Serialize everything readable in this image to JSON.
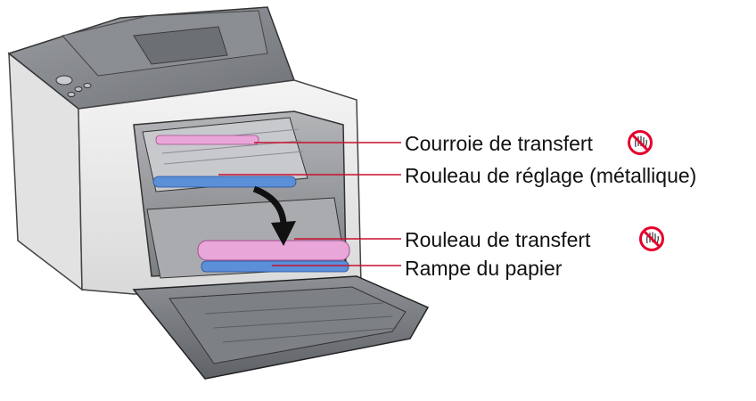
{
  "labels": {
    "transfer_belt": "Courroie de transfert",
    "registration_roller": "Rouleau de réglage (métallique)",
    "transfer_roller": "Rouleau de transfert",
    "paper_chute": "Rampe du papier"
  },
  "icons": {
    "warning": "do-not-touch-icon"
  },
  "colors": {
    "leader_line": "#c8102e",
    "warning_icon": "#e4002b",
    "highlight_pink": "#e9a6d8",
    "highlight_blue": "#5b8fd8"
  }
}
